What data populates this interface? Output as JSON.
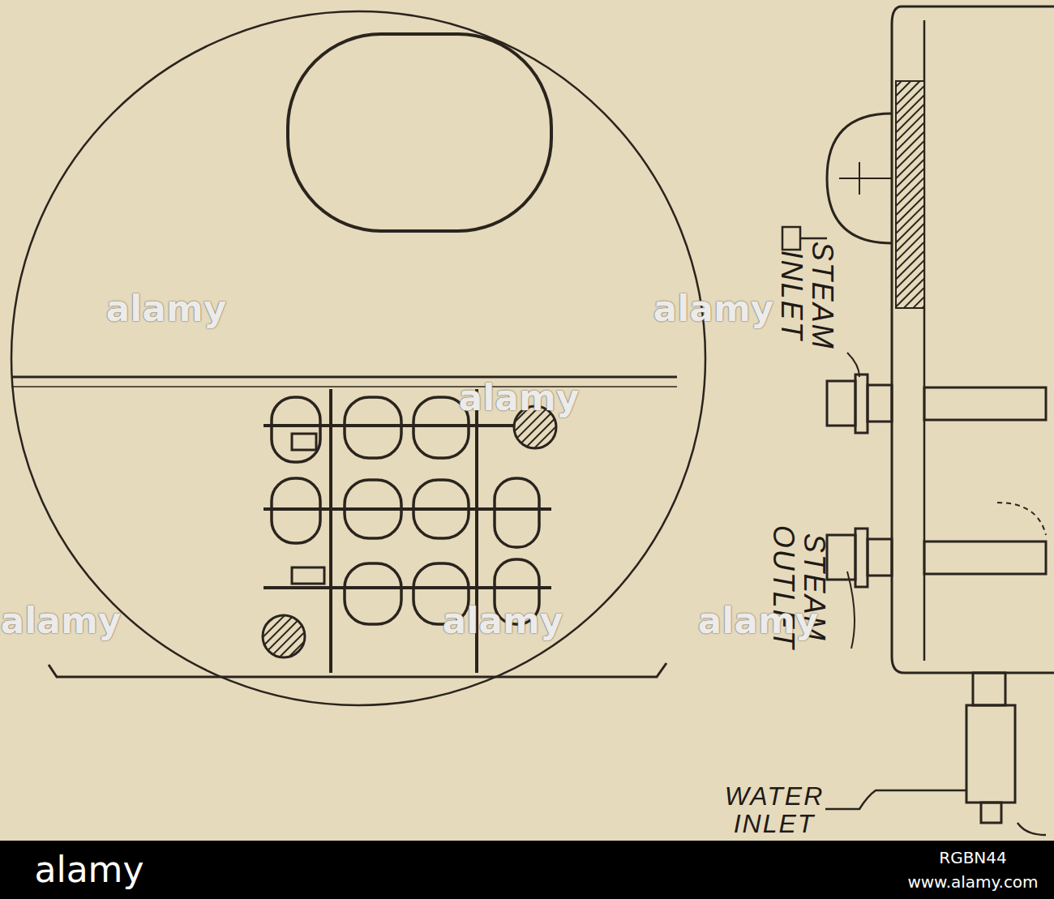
{
  "diagram": {
    "labels": [
      "STEAM INLET",
      "STEAM OUTLET",
      "WATER INLET",
      "alamy",
      "alamy",
      "alamy",
      "alamy",
      "alamy",
      "alamy",
      "alamy",
      "RGBN44",
      "www.alamy.com"
    ]
  }
}
